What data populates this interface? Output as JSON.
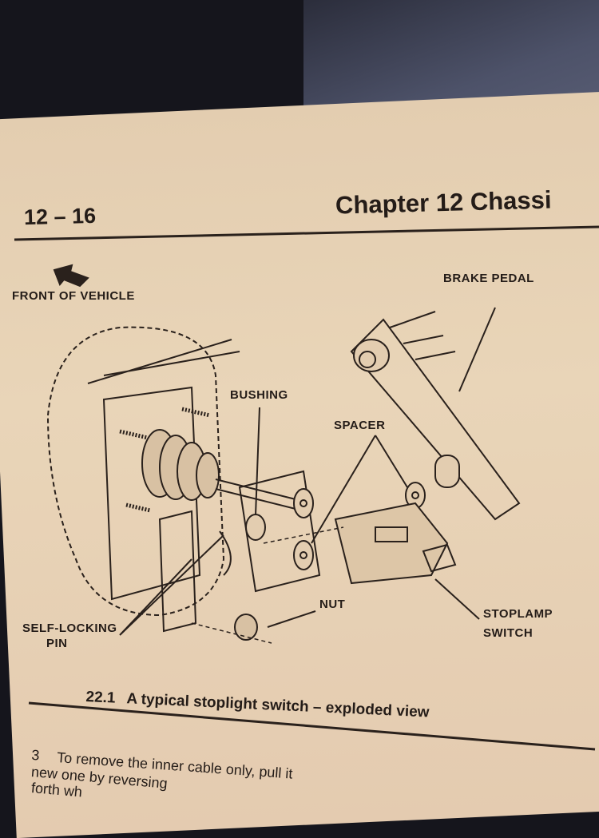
{
  "header": {
    "page_number": "12 – 16",
    "chapter": "Chapter 12   Chassi"
  },
  "figure": {
    "labels": {
      "front_of_vehicle": "FRONT OF VEHICLE",
      "brake_pedal": "BRAKE PEDAL",
      "bushing": "BUSHING",
      "spacer": "SPACER",
      "nut": "NUT",
      "stoplamp_switch_1": "STOPLAMP",
      "stoplamp_switch_2": "SWITCH",
      "self_locking_pin_1": "SELF-LOCKING",
      "self_locking_pin_2": "PIN"
    },
    "caption_number": "22.1",
    "caption_text": "A typical stoplight switch – exploded view"
  },
  "body_text": {
    "step_number": "3",
    "line1": "To remove the inner cable only, pull it",
    "line2": "new one by reversing",
    "line3": "forth wh"
  }
}
